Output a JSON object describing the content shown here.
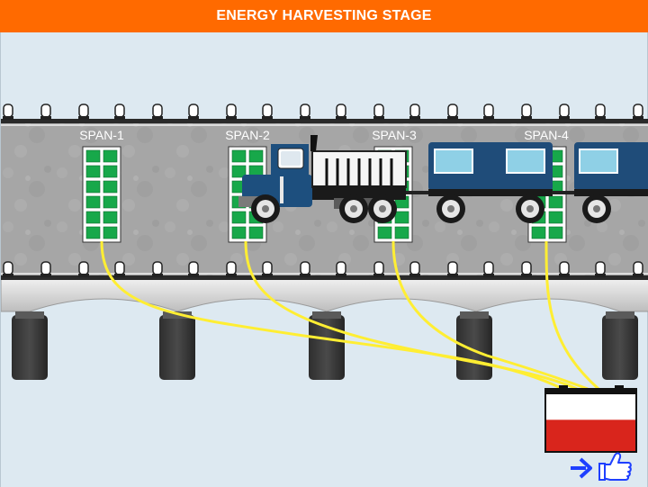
{
  "header": {
    "title": "ENERGY HARVESTING STAGE"
  },
  "spans": [
    {
      "label": "SPAN-1"
    },
    {
      "label": "SPAN-2"
    },
    {
      "label": "SPAN-3"
    },
    {
      "label": "SPAN-4"
    }
  ],
  "battery": {
    "charge_level": 0.55,
    "fill_color": "#d9251c"
  },
  "colors": {
    "accent": "#ff6a00",
    "wire": "#ffee33",
    "panel": "#17a84a",
    "truck": "#1d4f7e",
    "trailer": "#1f4c79"
  },
  "navigation": {
    "next_icon": "arrow-right-icon",
    "pointer_icon": "hand-pointer-icon"
  }
}
